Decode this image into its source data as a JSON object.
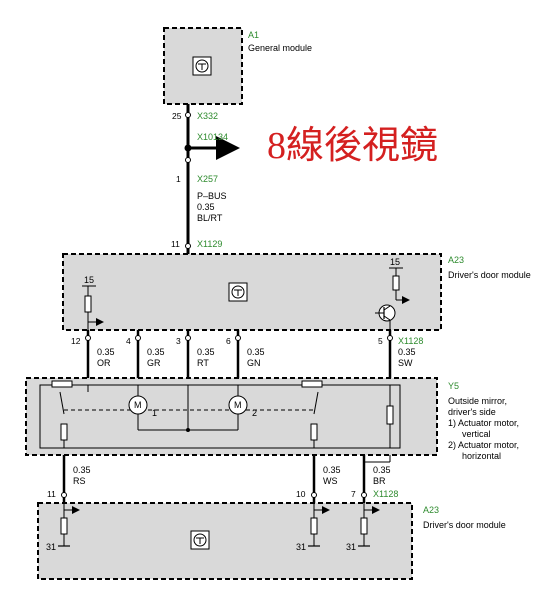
{
  "title_overlay": "8線後視鏡",
  "colors": {
    "wire": "#000000",
    "component_fill": "#d9d9d9",
    "connector_label": "#2e8b2e",
    "overlay_text": "#d42020"
  },
  "components": {
    "a1": {
      "id": "A1",
      "name": "General module"
    },
    "a23_top": {
      "id": "A23",
      "name": "Driver's door module"
    },
    "y5": {
      "id": "Y5",
      "name_line1": "Outside mirror,",
      "name_line2": "driver's side",
      "item1_line1": "1) Actuator motor,",
      "item1_line2": "vertical",
      "item2_line1": "2) Actuator motor,",
      "item2_line2": "horizontal"
    },
    "a23_bottom": {
      "id": "A23",
      "name": "Driver's door module"
    }
  },
  "connectors": {
    "x332": "X332",
    "x10134": "X10134",
    "x257": "X257",
    "x1129": "X1129",
    "x1128_top": "X1128",
    "x1128_bottom": "X1128"
  },
  "bus": {
    "pin_a1": "25",
    "pin_x257": "1",
    "pin_x1129": "11",
    "name": "P–BUS",
    "size": "0.35",
    "color": "BL/RT"
  },
  "wires_upper": [
    {
      "pin": "12",
      "size": "0.35",
      "color": "OR"
    },
    {
      "pin": "4",
      "size": "0.35",
      "color": "GR"
    },
    {
      "pin": "3",
      "size": "0.35",
      "color": "RT"
    },
    {
      "pin": "6",
      "size": "0.35",
      "color": "GN"
    },
    {
      "pin": "5",
      "size": "0.35",
      "color": "SW"
    }
  ],
  "wires_lower": [
    {
      "pin": "11",
      "size": "0.35",
      "color": "RS"
    },
    {
      "pin": "10",
      "size": "0.35",
      "color": "WS"
    },
    {
      "pin": "7",
      "size": "0.35",
      "color": "BR"
    }
  ],
  "terminals": {
    "t15_left": "15",
    "t15_right": "15",
    "ground_1": "31",
    "ground_2": "31",
    "ground_3": "31"
  },
  "motor_labels": {
    "m1": "1",
    "m2": "2"
  }
}
